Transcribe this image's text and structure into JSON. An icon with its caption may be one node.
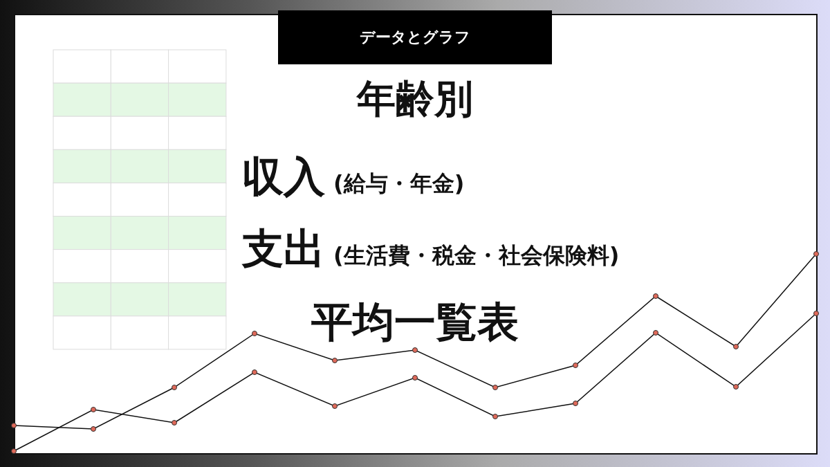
{
  "diagram": {
    "title": "データとグラフ",
    "labels": [
      "年齢別",
      "収入",
      "(給与・年金)",
      "支出",
      "(生活費・税金・社会保険料)",
      "平均一覧表"
    ]
  }
}
